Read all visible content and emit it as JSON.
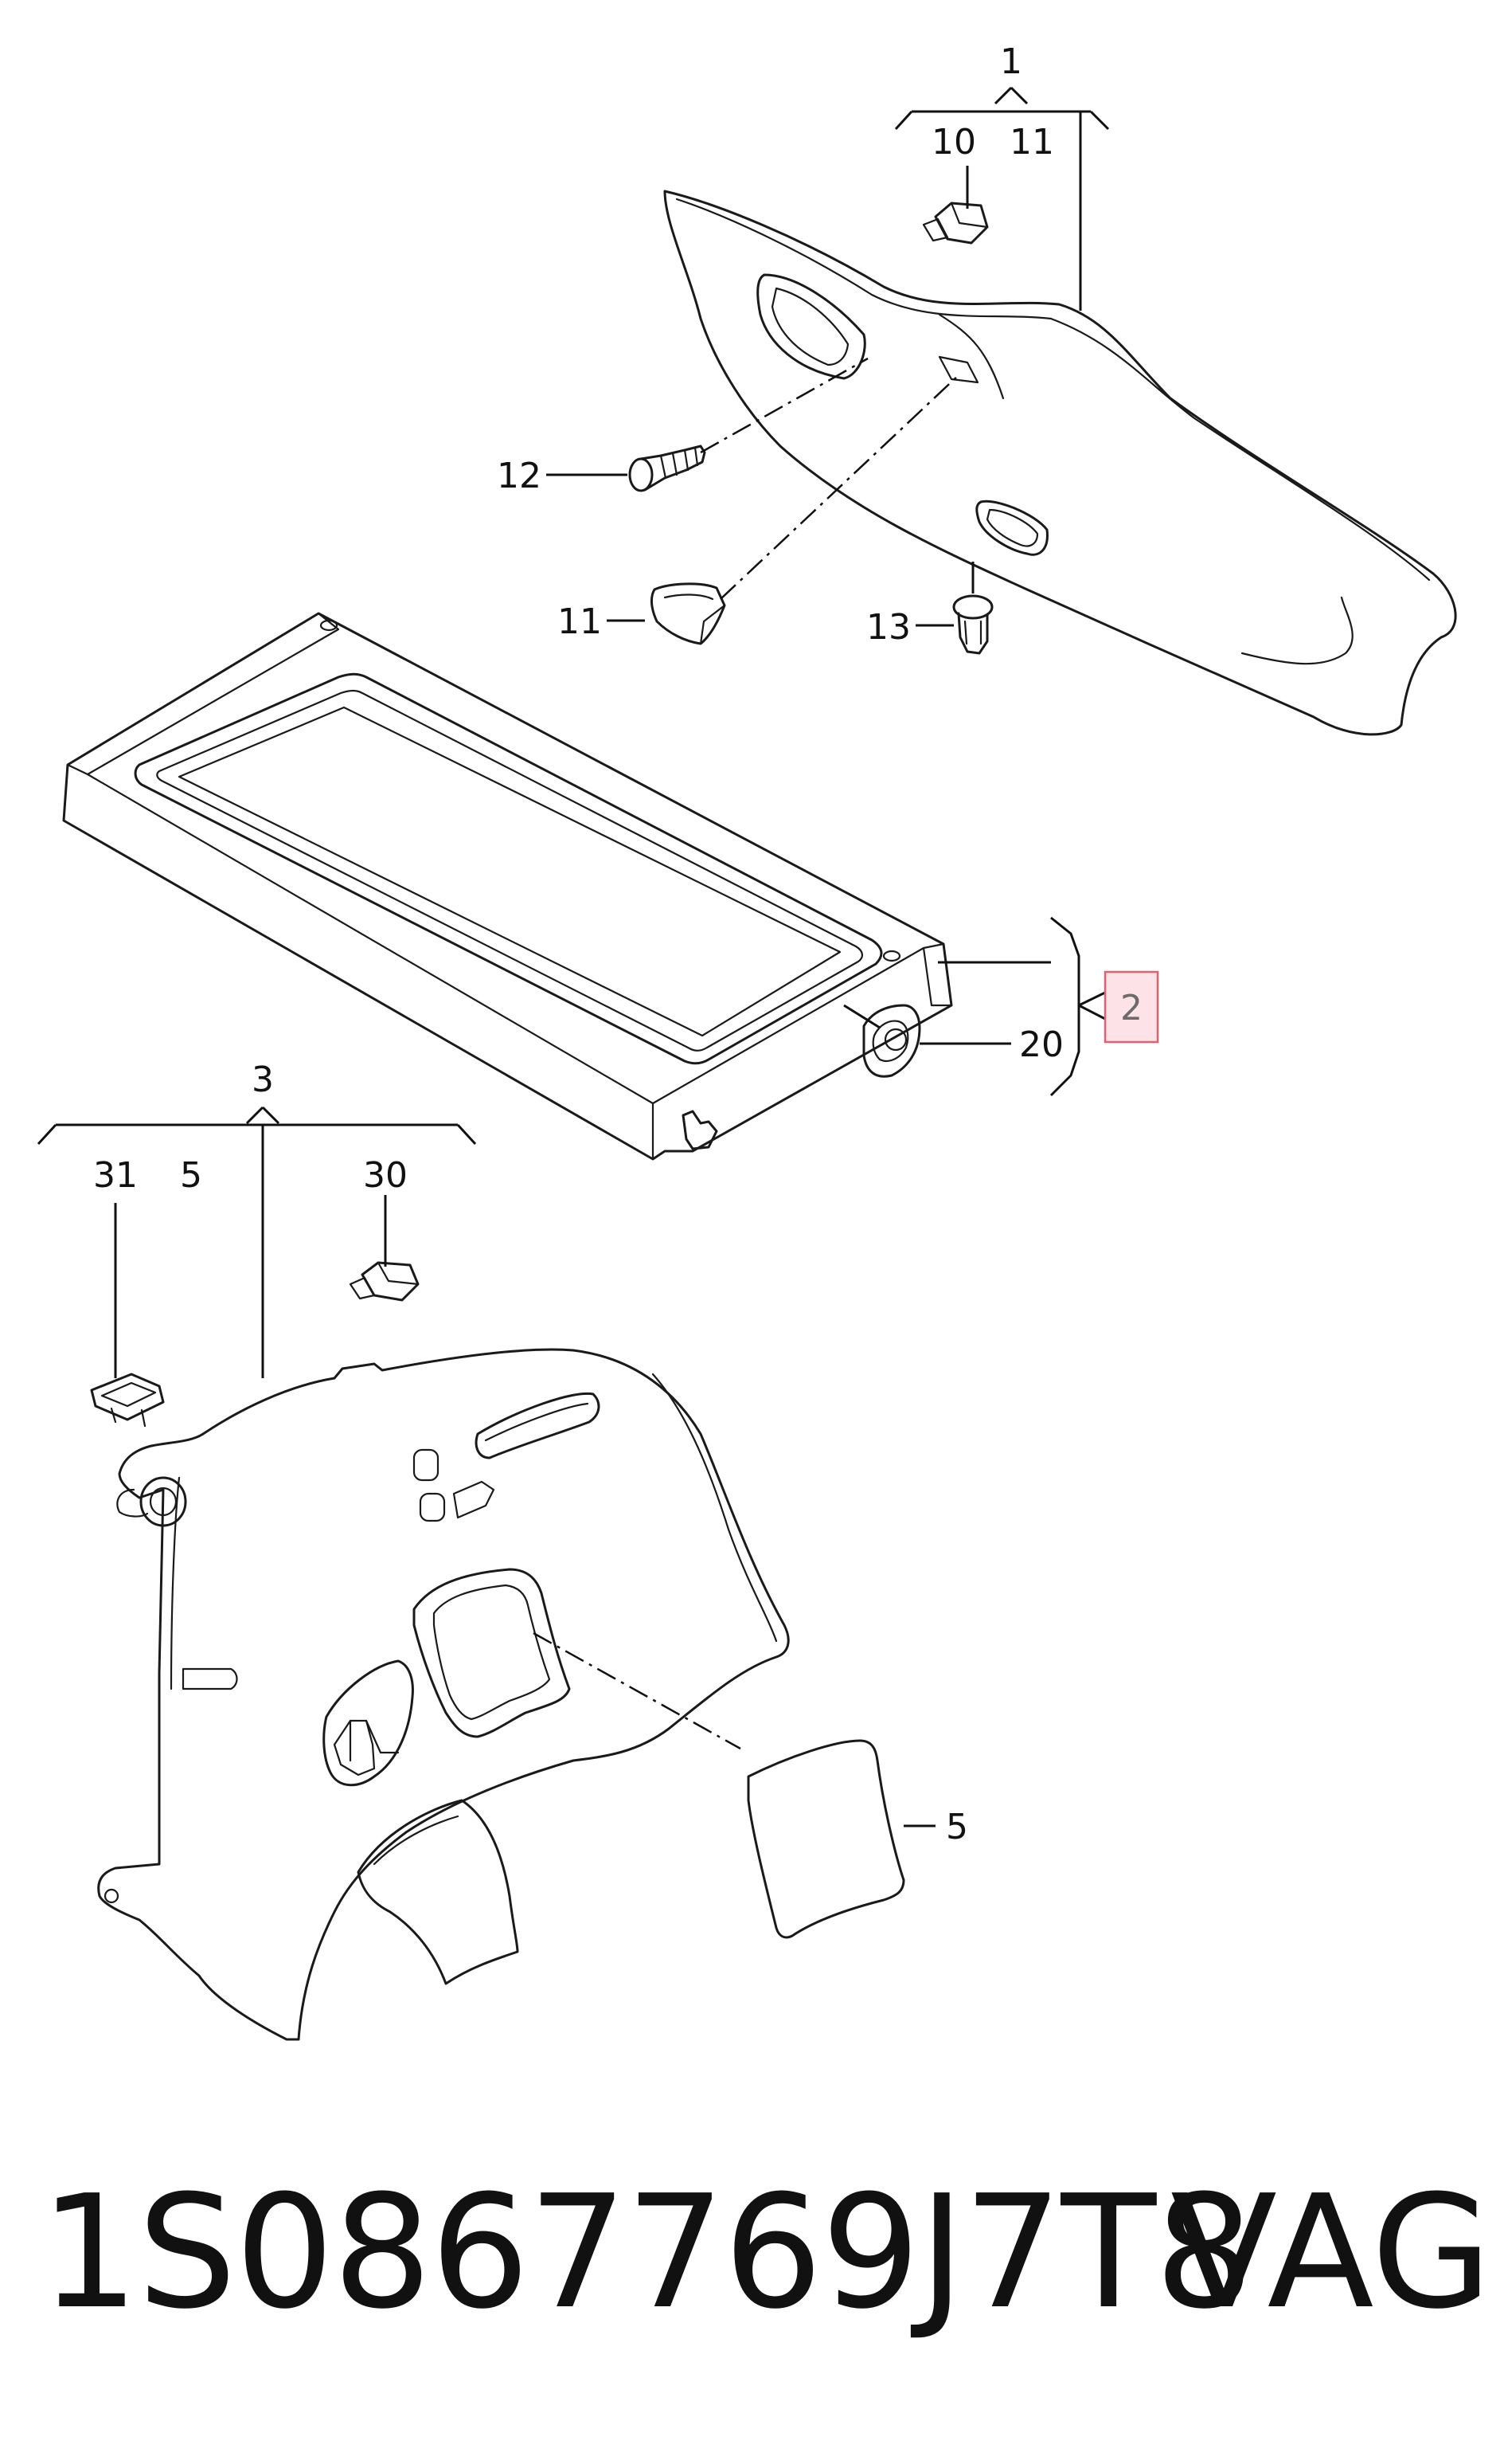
{
  "callouts": {
    "c1": "1",
    "c10": "10",
    "c11_top": "11",
    "c12": "12",
    "c11_left": "11",
    "c13": "13",
    "c2": "2",
    "c20": "20",
    "c3": "3",
    "c31": "31",
    "c5_top": "5",
    "c30": "30",
    "c5_right": "5"
  },
  "footer": {
    "part_number": "1S0867769J7T8",
    "brand": "VAG"
  },
  "colors": {
    "line": "#1a1a1a",
    "highlight_fill": "#fde3e7",
    "highlight_border": "#e2616f"
  }
}
